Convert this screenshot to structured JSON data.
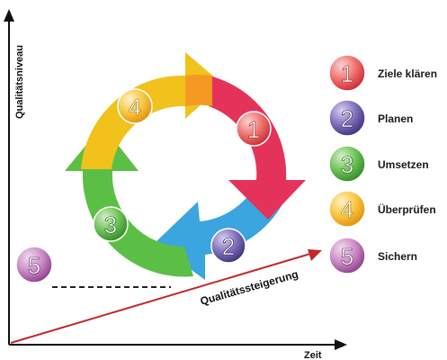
{
  "axes": {
    "y_label": "Qualitätsniveau",
    "x_label": "Zeit",
    "trend_label": "Qualitätssteigerung"
  },
  "cycle_badges": [
    "4",
    "1",
    "3",
    "2"
  ],
  "side_badge": "5",
  "legend": [
    {
      "number": "1",
      "label": "Ziele klären",
      "color": "#e8434a"
    },
    {
      "number": "2",
      "label": "Planen",
      "color": "#5a4a9a"
    },
    {
      "number": "3",
      "label": "Umsetzen",
      "color": "#4caf3a"
    },
    {
      "number": "4",
      "label": "Überprüfen",
      "color": "#f5b21a"
    },
    {
      "number": "5",
      "label": "Sichern",
      "color": "#b36ab0"
    }
  ],
  "colors": {
    "axis": "#111111",
    "trend": "#c0282a",
    "dashed": "#222222"
  }
}
